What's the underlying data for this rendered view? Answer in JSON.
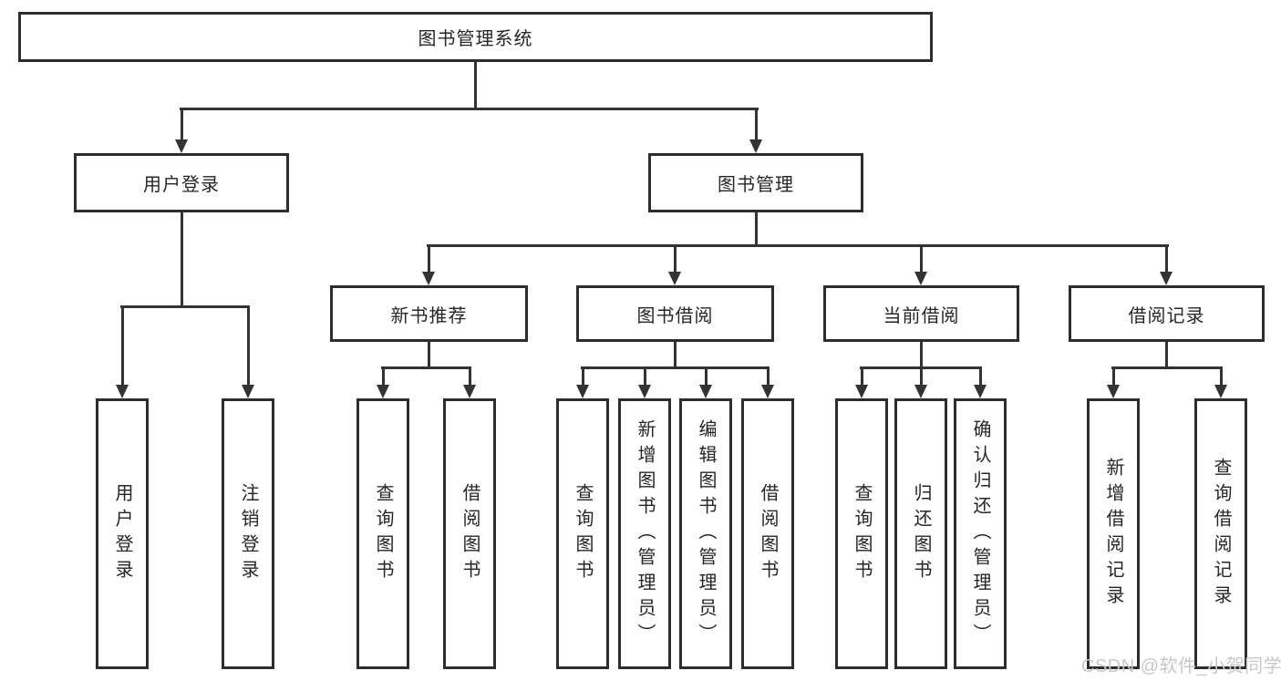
{
  "nodes": {
    "root": "图书管理系统",
    "user_login": "用户登录",
    "book_management": "图书管理",
    "new_book_recommend": "新书推荐",
    "book_borrow": "图书借阅",
    "current_borrow": "当前借阅",
    "borrow_records": "借阅记录",
    "ul_user_login": "用户登录",
    "ul_logout": "注销登录",
    "nb_query_books": "查询图书",
    "nb_borrow_books": "借阅图书",
    "bb_query_books": "查询图书",
    "bb_add_books": "新增图书（管理员）",
    "bb_edit_books": "编辑图书（管理员）",
    "bb_borrow_books": "借阅图书",
    "cb_query_books": "查询图书",
    "cb_return_books": "归还图书",
    "cb_confirm_return": "确认归还（管理员）",
    "br_add_record": "新增借阅记录",
    "br_query_record": "查询借阅记录"
  },
  "hierarchy": {
    "图书管理系统": [
      "用户登录",
      "图书管理"
    ],
    "用户登录": [
      "用户登录",
      "注销登录"
    ],
    "图书管理": [
      "新书推荐",
      "图书借阅",
      "当前借阅",
      "借阅记录"
    ],
    "新书推荐": [
      "查询图书",
      "借阅图书"
    ],
    "图书借阅": [
      "查询图书",
      "新增图书（管理员）",
      "编辑图书（管理员）",
      "借阅图书"
    ],
    "当前借阅": [
      "查询图书",
      "归还图书",
      "确认归还（管理员）"
    ],
    "借阅记录": [
      "新增借阅记录",
      "查询借阅记录"
    ]
  },
  "watermark": {
    "text": "CSDN @软件_小贺同学",
    "color": "#c8c8c8"
  },
  "colors": {
    "line": "#333333",
    "box_border": "#2d2d2d",
    "text": "#262626",
    "background": "#ffffff"
  }
}
